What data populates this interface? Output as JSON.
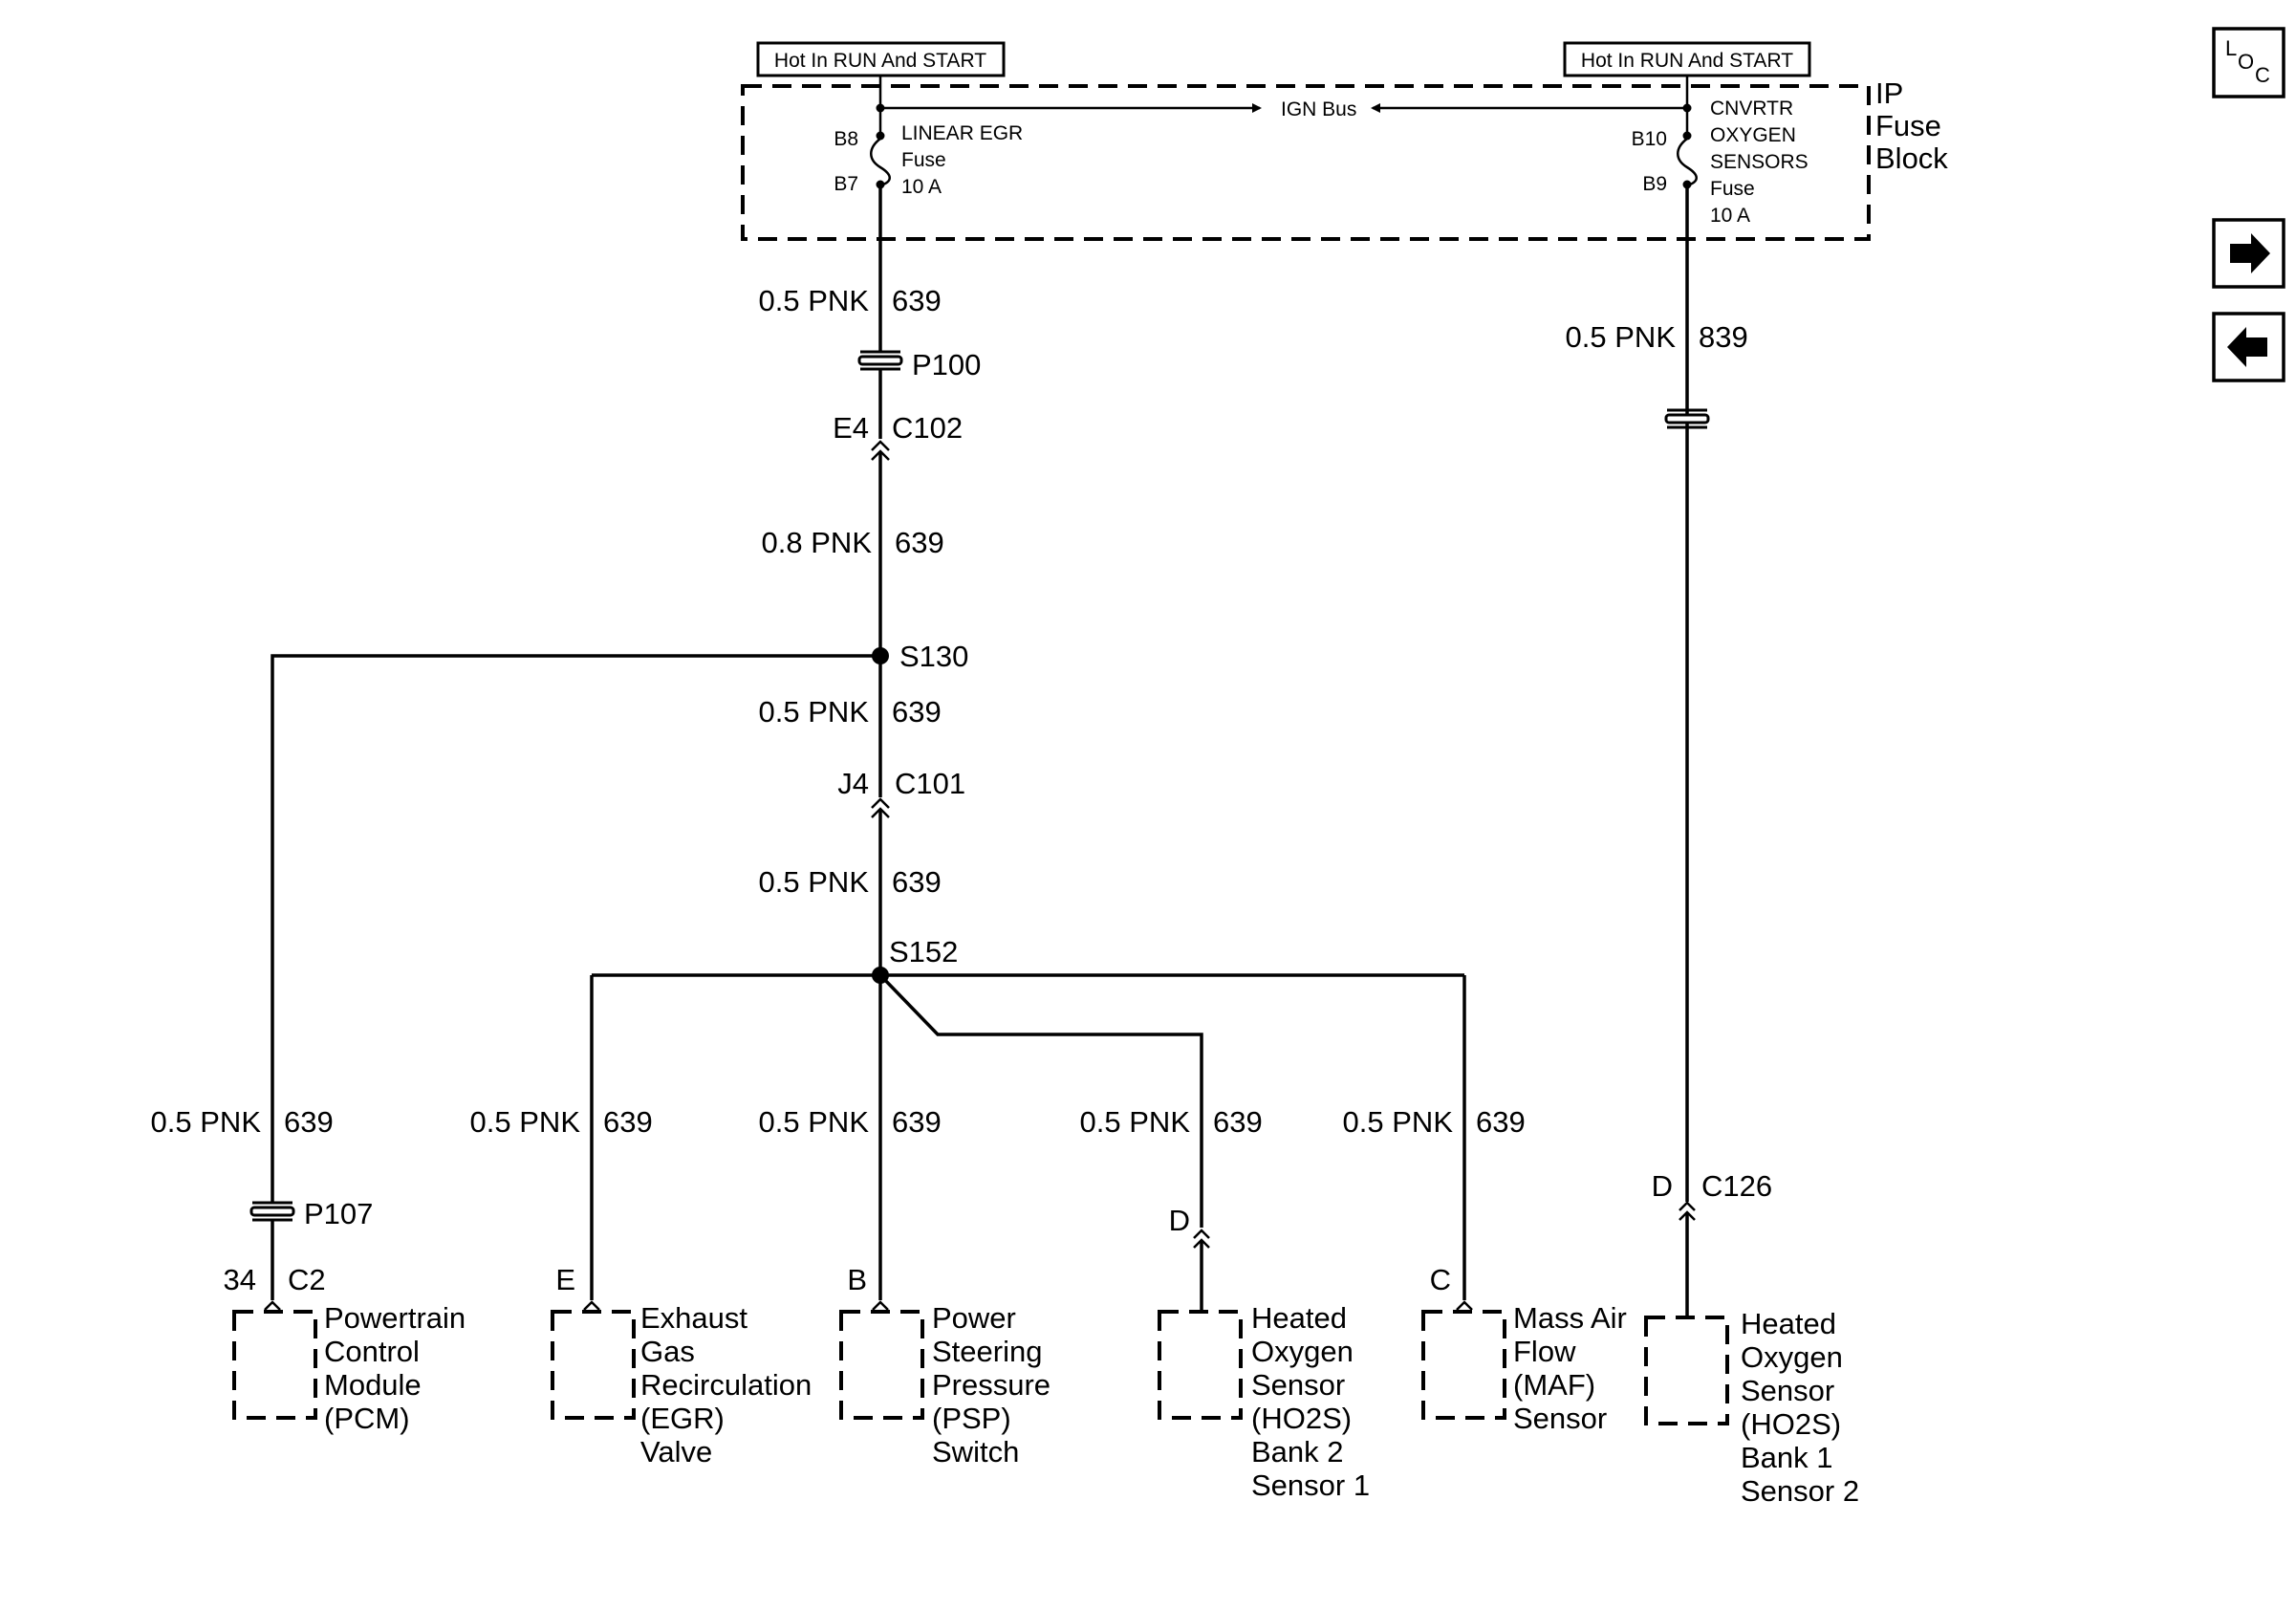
{
  "fuse_block": {
    "supply_left": "Hot In RUN And START",
    "supply_right": "Hot In RUN And START",
    "name_line1": "IP",
    "name_line2": "Fuse",
    "name_line3": "Block",
    "bus_label": "IGN Bus",
    "fuse_left": {
      "pin_in": "B8",
      "pin_out": "B7",
      "name": "LINEAR EGR",
      "type": "Fuse",
      "rating": "10 A"
    },
    "fuse_right": {
      "pin_in": "B10",
      "pin_out": "B9",
      "name_line1": "CNVRTR",
      "name_line2": "OXYGEN",
      "name_line3": "SENSORS",
      "type": "Fuse",
      "rating": "10 A"
    }
  },
  "wires": [
    {
      "size_color": "0.5 PNK",
      "circuit": "639"
    },
    {
      "size_color": "0.8 PNK",
      "circuit": "639"
    },
    {
      "size_color": "0.5 PNK",
      "circuit": "639"
    },
    {
      "size_color": "0.5 PNK",
      "circuit": "639"
    },
    {
      "size_color": "0.5 PNK",
      "circuit": "839"
    },
    {
      "size_color": "0.5 PNK",
      "circuit": "639"
    },
    {
      "size_color": "0.5 PNK",
      "circuit": "639"
    },
    {
      "size_color": "0.5 PNK",
      "circuit": "639"
    },
    {
      "size_color": "0.5 PNK",
      "circuit": "639"
    },
    {
      "size_color": "0.5 PNK",
      "circuit": "639"
    }
  ],
  "connectors": {
    "p100": "P100",
    "c102": {
      "pin": "E4",
      "name": "C102"
    },
    "c101": {
      "pin": "J4",
      "name": "C101"
    },
    "p107": "P107",
    "c126": {
      "pin": "D",
      "name": "C126"
    }
  },
  "splices": {
    "s130": "S130",
    "s152": "S152"
  },
  "components": [
    {
      "pin": "34",
      "connector": "C2",
      "lines": [
        "Powertrain",
        "Control",
        "Module",
        "(PCM)"
      ]
    },
    {
      "pin": "E",
      "connector": "",
      "lines": [
        "Exhaust",
        "Gas",
        "Recirculation",
        "(EGR)",
        "Valve"
      ]
    },
    {
      "pin": "B",
      "connector": "",
      "lines": [
        "Power",
        "Steering",
        "Pressure",
        "(PSP)",
        "Switch"
      ]
    },
    {
      "pin": "D",
      "connector": "",
      "lines": [
        "Heated",
        "Oxygen",
        "Sensor",
        "(HO2S)",
        "Bank 2",
        "Sensor 1"
      ]
    },
    {
      "pin": "C",
      "connector": "",
      "lines": [
        "Mass Air",
        "Flow",
        "(MAF)",
        "Sensor"
      ]
    },
    {
      "pin": "",
      "connector": "",
      "lines": [
        "Heated",
        "Oxygen",
        "Sensor",
        "(HO2S)",
        "Bank 1",
        "Sensor 2"
      ]
    }
  ],
  "nav": {
    "loc_l": "L",
    "loc_o": "O",
    "loc_c": "C",
    "forward_icon": "arrow-right-icon",
    "back_icon": "arrow-left-icon"
  }
}
